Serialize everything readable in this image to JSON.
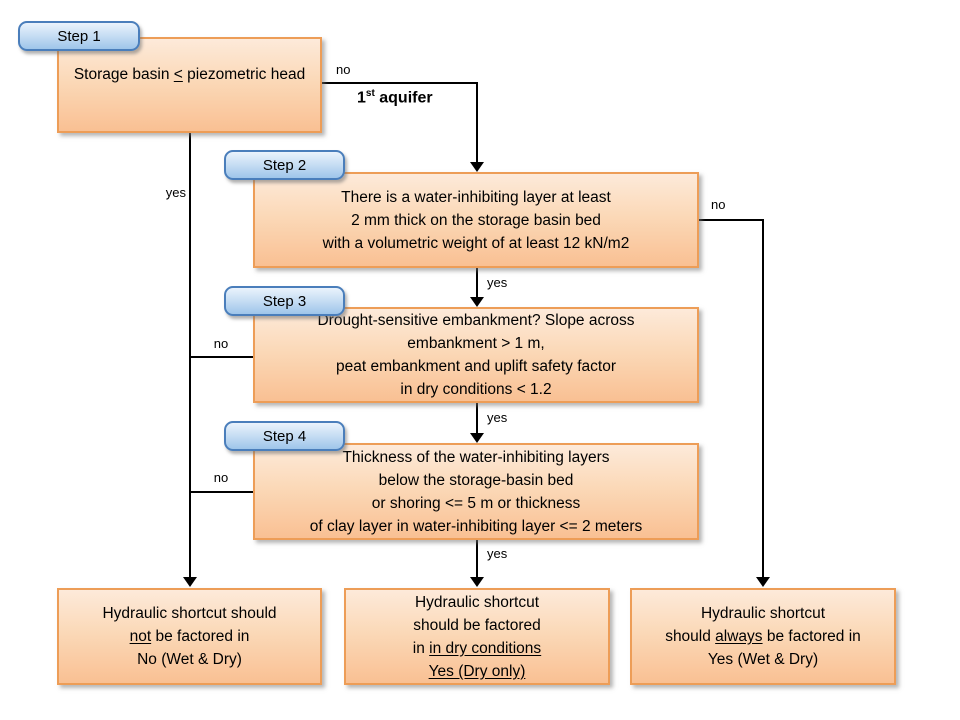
{
  "colors": {
    "box_fill_top": "#fdeada",
    "box_fill_bottom": "#f9c093",
    "box_border": "#ed9d57",
    "tab_fill_top": "#eaf3fc",
    "tab_fill_bottom": "#9ec5ea",
    "tab_border": "#4a7ebb",
    "connector": "#000000"
  },
  "step1": {
    "tab": "Step 1",
    "text_prefix": "Storage basin ",
    "text_underlined": "<",
    "text_suffix": " piezometric head"
  },
  "step2": {
    "tab": "Step 2",
    "lines": [
      "There is a water-inhibiting layer at least",
      "2 mm thick on the storage basin bed",
      "with a volumetric weight of at least 12 kN/m2"
    ]
  },
  "step3": {
    "tab": "Step 3",
    "lines": [
      "Drought-sensitive embankment? Slope across",
      "embankment > 1 m,",
      "peat embankment and uplift safety factor",
      "in dry conditions < 1.2"
    ]
  },
  "step4": {
    "tab": "Step 4",
    "lines": [
      "Thickness of the water-inhibiting layers",
      "below the storage-basin bed",
      "or shoring <= 5 m or thickness",
      "of clay layer in water-inhibiting layer <= 2 meters"
    ]
  },
  "outcomes": {
    "left": {
      "line1": "Hydraulic shortcut should",
      "line2_underlined": "not",
      "line2_rest": " be factored in",
      "line3": "No (Wet & Dry)"
    },
    "middle": {
      "line1": "Hydraulic shortcut",
      "line2": "should be factored",
      "line3_prefix": "in ",
      "line3_underlined": "in dry conditions",
      "line4_underlined": "Yes (Dry only)"
    },
    "right": {
      "line1": "Hydraulic shortcut",
      "line2_prefix": "should ",
      "line2_underlined": "always",
      "line2_rest": " be factored in",
      "line3": "Yes (Wet & Dry)"
    }
  },
  "edge_labels": {
    "step1_no": "no",
    "aquifer_num": "1",
    "aquifer_sup": "st",
    "aquifer_rest": " aquifer",
    "left_yes": "yes",
    "step2_yes": "yes",
    "step2_no": "no",
    "step3_no": "no",
    "step3_yes": "yes",
    "step4_no": "no",
    "step4_yes": "yes"
  }
}
